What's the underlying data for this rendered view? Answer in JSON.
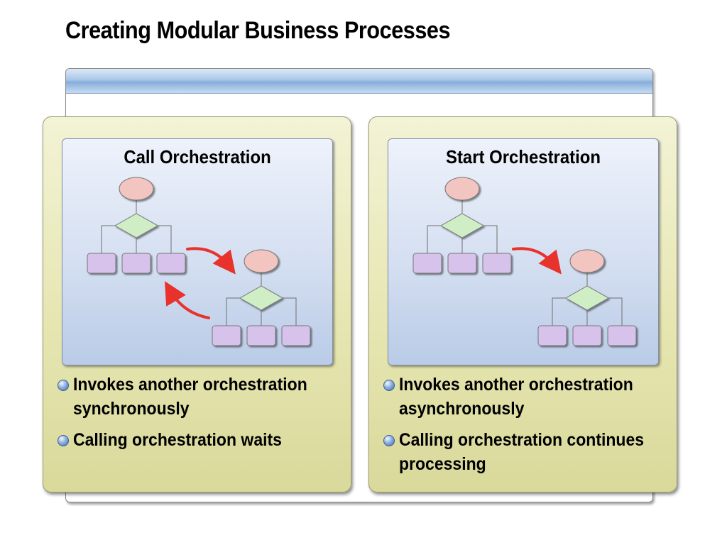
{
  "title": "Creating Modular Business Processes",
  "panels": [
    {
      "heading": "Call Orchestration",
      "bullets": [
        "Invokes another orchestration synchronously",
        "Calling orchestration waits"
      ],
      "mode": "call"
    },
    {
      "heading": "Start Orchestration",
      "bullets": [
        "Invokes another orchestration asynchronously",
        "Calling orchestration continues processing"
      ],
      "mode": "start"
    }
  ],
  "colors": {
    "start_node": "#f2c5c0",
    "decision_node": "#cfeec6",
    "task_node": "#d6c2ea",
    "arrow": "#e8322c",
    "connector": "#6f6f6f"
  }
}
